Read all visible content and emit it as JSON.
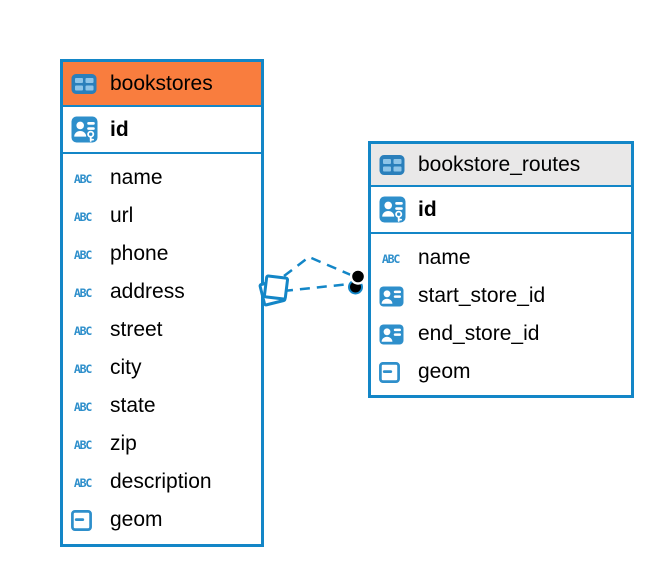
{
  "diagram": {
    "type": "entity-relationship",
    "colors": {
      "background": "#FFFFFF",
      "table_border": "#1386C7",
      "relationship_line": "#1386C7",
      "icon_blue": "#2E8FCB",
      "header_orange": "#F97D3E",
      "header_gray": "#E9E8E8",
      "text": "#000000"
    },
    "tables": [
      {
        "title": "bookstores",
        "header_color": "#F97D3E",
        "header_icon": "table-icon",
        "key_column": {
          "name": "id",
          "icon": "primary-key-icon"
        },
        "columns": [
          {
            "name": "name",
            "icon": "text-type-icon"
          },
          {
            "name": "url",
            "icon": "text-type-icon"
          },
          {
            "name": "phone",
            "icon": "text-type-icon"
          },
          {
            "name": "address",
            "icon": "text-type-icon"
          },
          {
            "name": "street",
            "icon": "text-type-icon"
          },
          {
            "name": "city",
            "icon": "text-type-icon"
          },
          {
            "name": "state",
            "icon": "text-type-icon"
          },
          {
            "name": "zip",
            "icon": "text-type-icon"
          },
          {
            "name": "description",
            "icon": "text-type-icon"
          },
          {
            "name": "geom",
            "icon": "geometry-type-icon"
          }
        ]
      },
      {
        "title": "bookstore_routes",
        "header_color": "#E9E8E8",
        "header_icon": "table-icon",
        "key_column": {
          "name": "id",
          "icon": "primary-key-icon"
        },
        "columns": [
          {
            "name": "name",
            "icon": "text-type-icon"
          },
          {
            "name": "start_store_id",
            "icon": "foreign-key-icon"
          },
          {
            "name": "end_store_id",
            "icon": "foreign-key-icon"
          },
          {
            "name": "geom",
            "icon": "geometry-type-icon"
          }
        ]
      }
    ],
    "relationships": [
      {
        "from_table": "bookstores",
        "to_table": "bookstore_routes",
        "line_style": "dashed",
        "source_marker": "stacked-squares-marker",
        "target_marker": "stacked-dots-marker"
      },
      {
        "from_table": "bookstores",
        "to_table": "bookstore_routes",
        "line_style": "dashed",
        "source_marker": "stacked-squares-marker",
        "target_marker": "stacked-dots-marker"
      }
    ]
  }
}
